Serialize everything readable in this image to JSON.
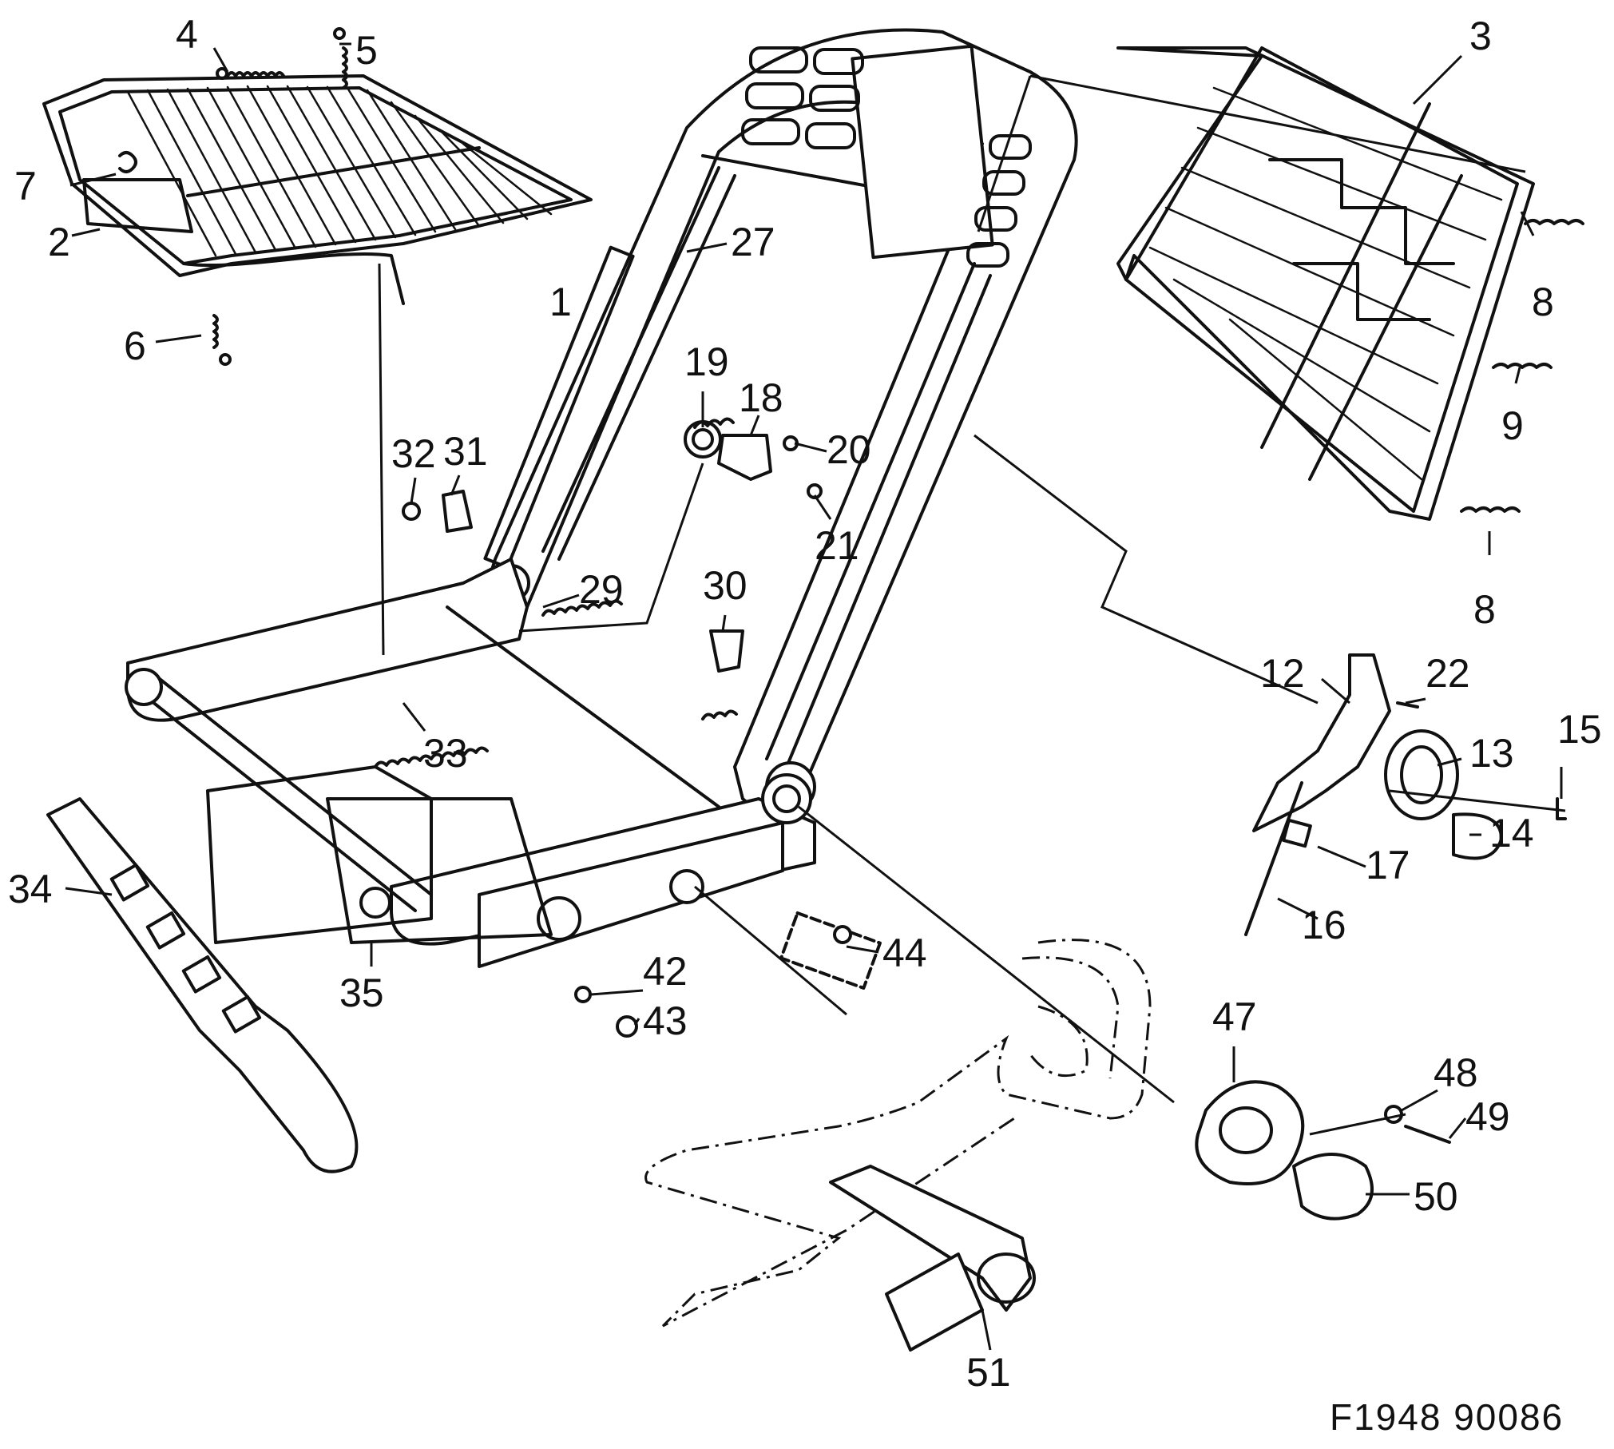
{
  "figure_code": "F1948 90086",
  "callouts": [
    "1",
    "2",
    "3",
    "4",
    "5",
    "6",
    "7",
    "8",
    "8",
    "9",
    "12",
    "13",
    "14",
    "15",
    "16",
    "17",
    "18",
    "19",
    "20",
    "21",
    "22",
    "27",
    "29",
    "30",
    "31",
    "32",
    "33",
    "34",
    "35",
    "42",
    "43",
    "44",
    "47",
    "48",
    "49",
    "50",
    "51"
  ]
}
